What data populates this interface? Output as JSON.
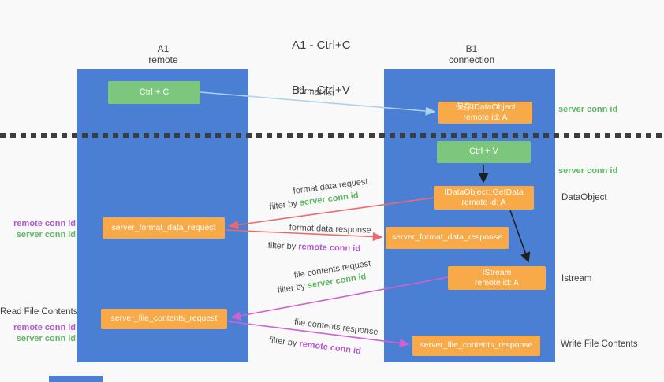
{
  "title": {
    "line1": "A1 - Ctrl+C",
    "line2": "B1 - Ctrl+V"
  },
  "columns": {
    "left": {
      "id": "A1",
      "subtitle": "remote"
    },
    "right": {
      "id": "B1",
      "subtitle": "connection"
    }
  },
  "nodes": {
    "ctrl_c": "Ctrl + C",
    "save_idataobject": {
      "line1": "保存IDataObject",
      "line2": "remote id: A"
    },
    "ctrl_v": "Ctrl + V",
    "getdata": {
      "line1": "IDataObject::GetData",
      "line2": "remote id: A"
    },
    "format_request": "server_format_data_request",
    "format_response": "server_format_data_response",
    "istream": {
      "line1": "IStream",
      "line2": "remote id: A"
    },
    "file_request": "server_file_contents_request",
    "file_response": "server_file_contents_response"
  },
  "edges": {
    "format_list": "format list",
    "format_data_request": "format data request",
    "format_data_response": "format data response",
    "file_contents_request": "file contents request",
    "file_contents_response": "file contents response",
    "filter_by": "filter by",
    "server_conn_id": "server conn id",
    "remote_conn_id": "remote conn id"
  },
  "side_labels": {
    "server_conn_id_top": "server conn id",
    "server_conn_id_mid": "server conn id",
    "dataobject": "DataObject",
    "istream": "Istream",
    "write_file_contents": "Write File Contents",
    "read_file_contents": "Read File Contents",
    "remote_conn_id_1": "remote conn id",
    "server_conn_id_1": "server conn id",
    "remote_conn_id_2": "remote conn id",
    "server_conn_id_2": "server conn id"
  },
  "colors": {
    "background": "#f9f9f9",
    "column_blue": "#4a7fd3",
    "green_box": "#7cc67e",
    "orange_box": "#f7aa47",
    "arrow_blue": "#a9d3f0",
    "arrow_red": "#ec6a6d",
    "arrow_magenta": "#d161ce",
    "arrow_black": "#1f1f1f",
    "label_green": "#5bb95f",
    "label_purple": "#b35ad2",
    "text_dark": "#3e3e3e"
  }
}
